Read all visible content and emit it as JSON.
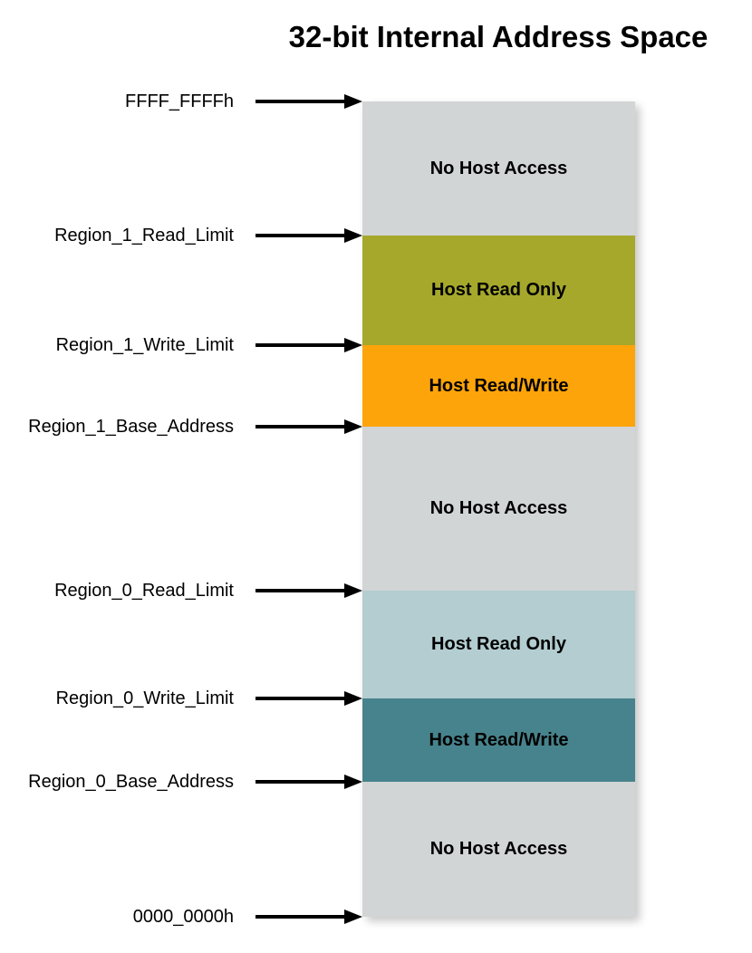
{
  "title": "32-bit Internal Address Space",
  "pointers": [
    {
      "label": "FFFF_FFFFh"
    },
    {
      "label": "Region_1_Read_Limit"
    },
    {
      "label": "Region_1_Write_Limit"
    },
    {
      "label": "Region_1_Base_Address"
    },
    {
      "label": "Region_0_Read_Limit"
    },
    {
      "label": "Region_0_Write_Limit"
    },
    {
      "label": "Region_0_Base_Address"
    },
    {
      "label": "0000_0000h"
    }
  ],
  "segments": [
    {
      "label": "No Host Access",
      "color": "#d2d5d6"
    },
    {
      "label": "Host Read Only",
      "color": "#a5a82b"
    },
    {
      "label": "Host Read/Write",
      "color": "#fda40a"
    },
    {
      "label": "No Host Access",
      "color": "#d2d5d6"
    },
    {
      "label": "Host Read Only",
      "color": "#b3cdd1"
    },
    {
      "label": "Host Read/Write",
      "color": "#47838c"
    },
    {
      "label": "No Host Access",
      "color": "#d2d5d6"
    }
  ]
}
